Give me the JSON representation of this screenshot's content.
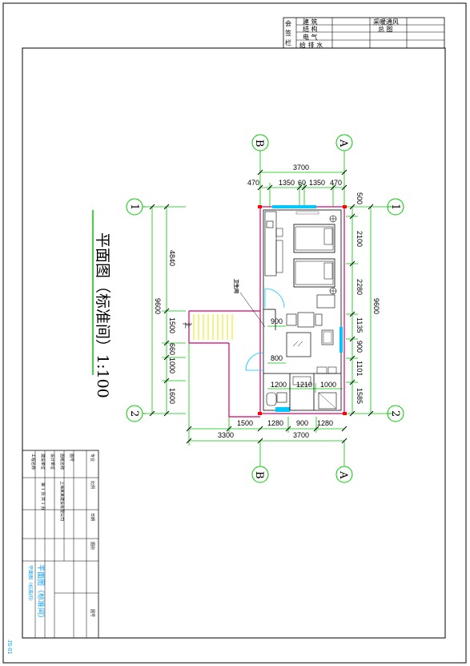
{
  "signoff_table": {
    "header_chars": [
      "会",
      "签",
      "栏"
    ],
    "disciplines": [
      "建 筑",
      "结 构",
      "电 气",
      "给 排 水",
      "采暖通风",
      "总 图"
    ]
  },
  "drawing": {
    "title": "平面图（标准间）1:100",
    "grid_rows": [
      "B",
      "A"
    ],
    "grid_cols": [
      "1",
      "2"
    ],
    "dimensions": {
      "top_total": "3700",
      "top_parts": [
        "470",
        "1350",
        "60",
        "1350",
        "470"
      ],
      "right_parts": [
        "500",
        "2100",
        "2280",
        "1135",
        "900",
        "1101",
        "1585"
      ],
      "right_total": "9600",
      "left_total": "9600",
      "left_parts": [
        "4840",
        "1500",
        "660",
        "1000",
        "1600"
      ],
      "bottom_parts_1": [
        "1500",
        "1280",
        "900",
        "1280"
      ],
      "bottom_total_left": "3300",
      "bottom_total": "3700",
      "interior": [
        "900",
        "800",
        "1200",
        "1210",
        "1000"
      ]
    },
    "stair_label": "上",
    "annotation": "卫生间"
  },
  "title_block": {
    "left_col": [
      "工程名称",
      "建设单位",
      "设计单位",
      "图纸名称",
      "图号"
    ],
    "company": "上海某某建设有限公司",
    "page_info": "第 1 页 共 1 页",
    "right_labels": [
      "专业",
      "比例",
      "日期",
      "图别",
      "图号"
    ],
    "sheet_title": "平面图（标准间）",
    "sheet_no": "JS-01"
  },
  "colors": {
    "frame": "#000000",
    "dimension": "#00c800",
    "wall": "#d0006f",
    "window": "#00c8ff",
    "stair": "#e8e800"
  }
}
